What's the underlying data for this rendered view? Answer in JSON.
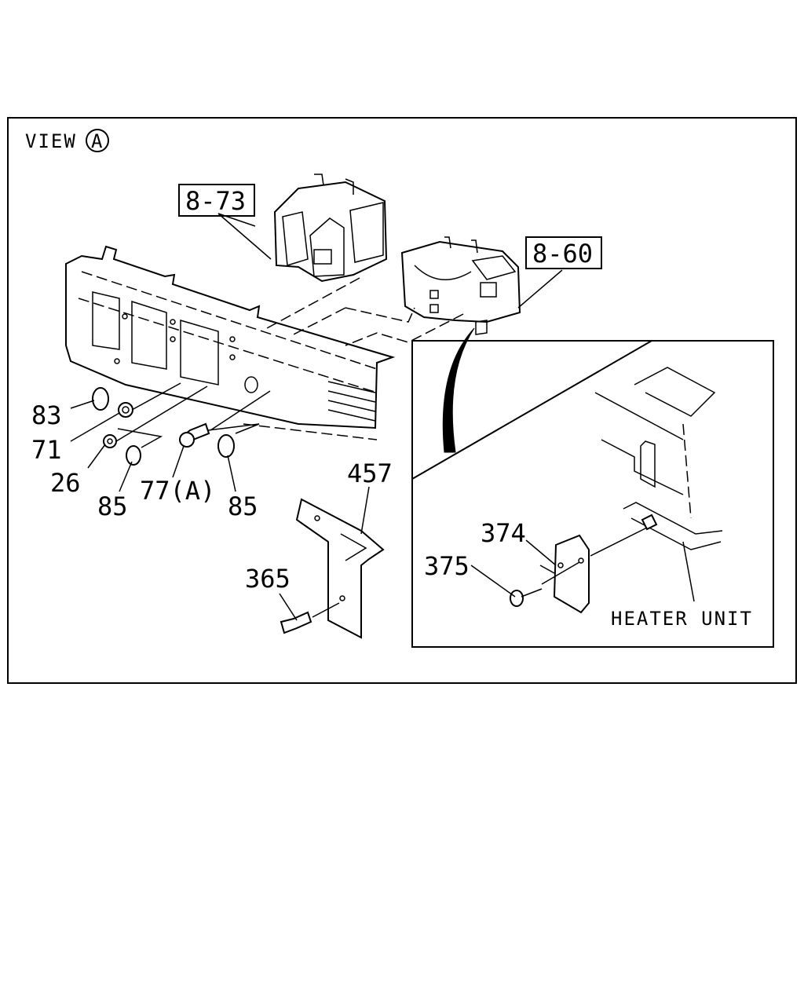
{
  "diagram": {
    "view_label": "VIEW",
    "view_circle_letter": "A",
    "ref_boxes": [
      {
        "id": "ref-8-73",
        "text": "8-73"
      },
      {
        "id": "ref-8-60",
        "text": "8-60"
      }
    ],
    "callouts": {
      "c83": "83",
      "c71": "71",
      "c26": "26",
      "c85a": "85",
      "c77a": "77(A)",
      "c85b": "85",
      "c457": "457",
      "c365": "365",
      "c374": "374",
      "c375": "375"
    },
    "inset_label": "HEATER UNIT"
  }
}
